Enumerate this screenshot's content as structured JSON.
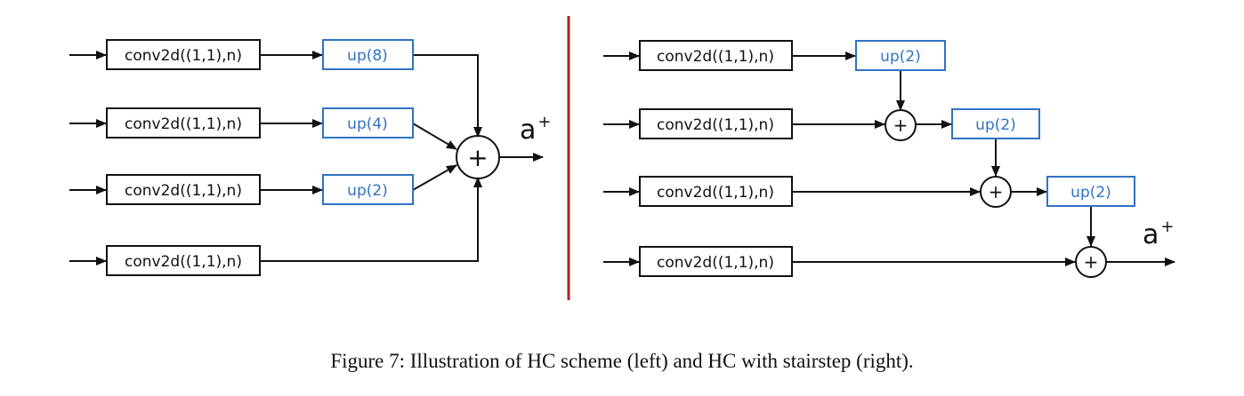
{
  "left": {
    "conv_labels": [
      "conv2d((1,1),n)",
      "conv2d((1,1),n)",
      "conv2d((1,1),n)",
      "conv2d((1,1),n)"
    ],
    "up_labels": [
      "up(8)",
      "up(4)",
      "up(2)"
    ],
    "sum_symbol": "+",
    "output_label": "a",
    "output_sup": "+"
  },
  "right": {
    "conv_labels": [
      "conv2d((1,1),n)",
      "conv2d((1,1),n)",
      "conv2d((1,1),n)",
      "conv2d((1,1),n)"
    ],
    "up_labels": [
      "up(2)",
      "up(2)",
      "up(2)"
    ],
    "sum_symbol": "+",
    "output_label": "a",
    "output_sup": "+"
  },
  "caption": "Figure 7: Illustration of HC scheme (left) and HC with stairstep (right).",
  "colors": {
    "up_box": "#2f73c4",
    "divider": "#b22222",
    "line": "#111111"
  }
}
